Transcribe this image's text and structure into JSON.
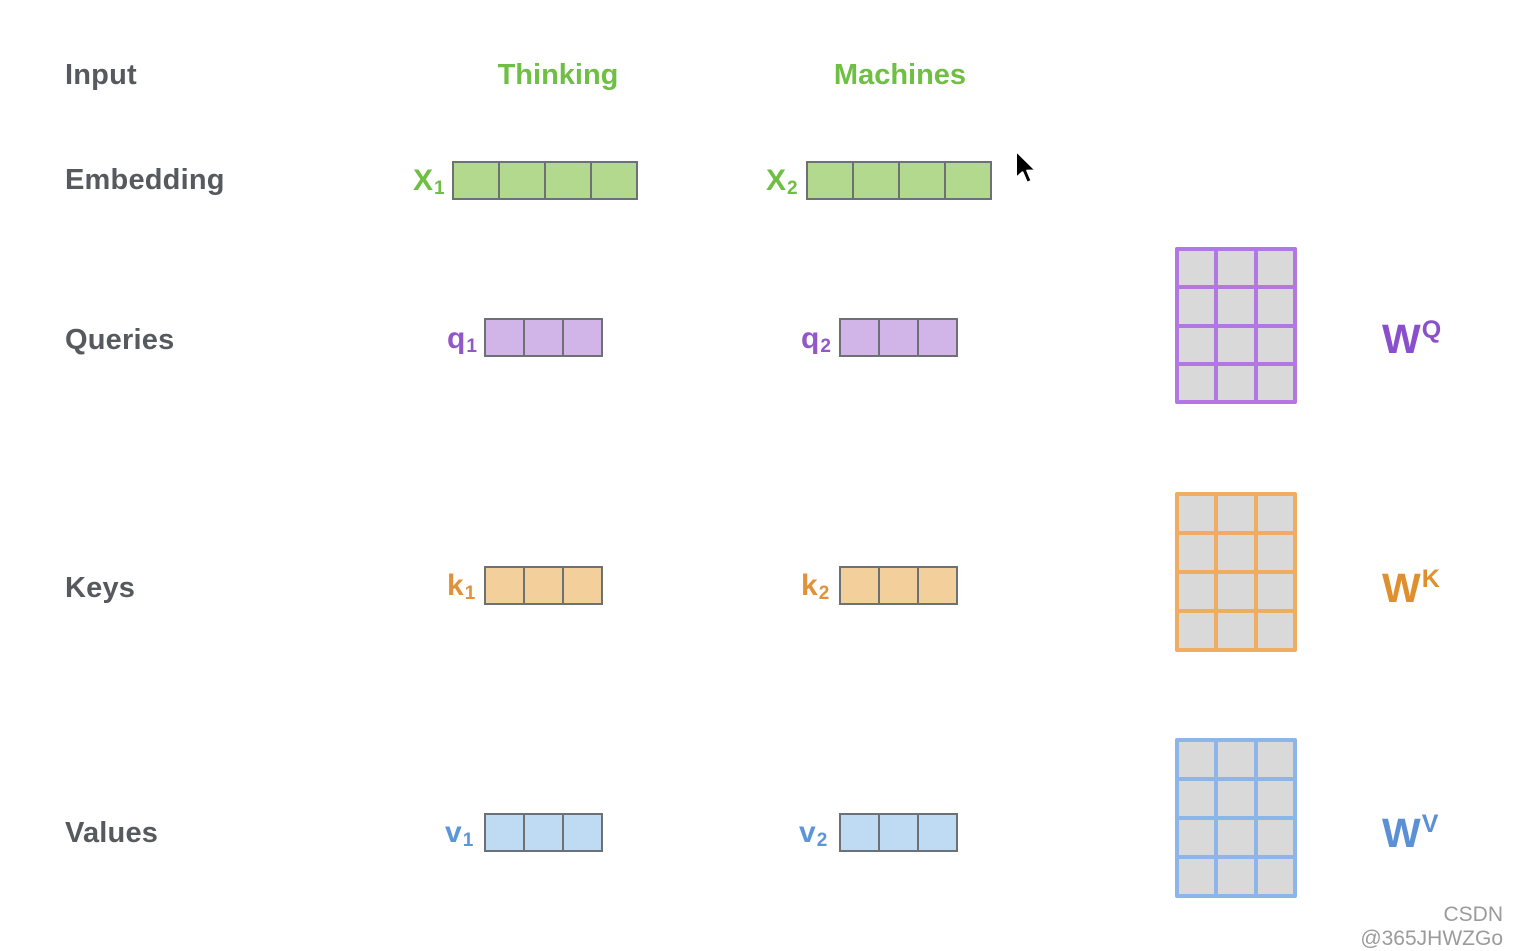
{
  "row_labels": {
    "input": "Input",
    "embedding": "Embedding",
    "queries": "Queries",
    "keys": "Keys",
    "values": "Values"
  },
  "words": {
    "word1": "Thinking",
    "word2": "Machines"
  },
  "vectors": {
    "x1": {
      "base": "X",
      "sub": "1",
      "cells": 4
    },
    "x2": {
      "base": "X",
      "sub": "2",
      "cells": 4
    },
    "q1": {
      "base": "q",
      "sub": "1",
      "cells": 3
    },
    "q2": {
      "base": "q",
      "sub": "2",
      "cells": 3
    },
    "k1": {
      "base": "k",
      "sub": "1",
      "cells": 3
    },
    "k2": {
      "base": "k",
      "sub": "2",
      "cells": 3
    },
    "v1": {
      "base": "v",
      "sub": "1",
      "cells": 3
    },
    "v2": {
      "base": "v",
      "sub": "2",
      "cells": 3
    }
  },
  "matrices": {
    "wq": {
      "base": "W",
      "sup": "Q",
      "rows": 4,
      "cols": 3
    },
    "wk": {
      "base": "W",
      "sup": "K",
      "rows": 4,
      "cols": 3
    },
    "wv": {
      "base": "W",
      "sup": "V",
      "rows": 4,
      "cols": 3
    }
  },
  "watermark": "CSDN @365JHWZGo",
  "colors": {
    "label_gray": "#56595e",
    "green_text": "#6fbf44",
    "green_fill": "#b3d98e",
    "purple_text": "#9257c8",
    "purple_fill": "#d1b5e9",
    "orange_text": "#e0923b",
    "orange_fill": "#f3cf9c",
    "blue_text": "#5d96d8",
    "blue_fill": "#bfdbf3",
    "cell_border": "#6e7173",
    "grid_cell": "#d9d9d9",
    "wq_border": "#b277e2",
    "wk_border": "#f0ac60",
    "wv_border": "#8cb6ea",
    "wq_label": "#8a50cc",
    "wk_label": "#e08f2e",
    "wv_label": "#5c90d5",
    "watermark_gray": "#9b9b9b"
  }
}
